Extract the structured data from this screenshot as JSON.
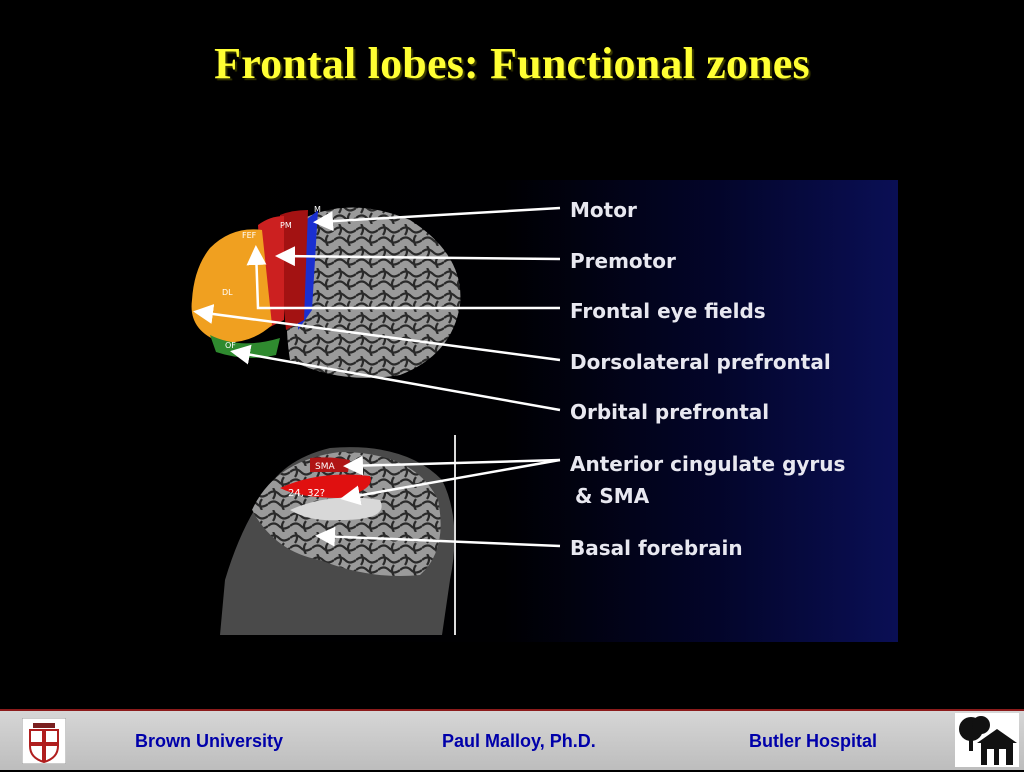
{
  "slide": {
    "title": "Frontal lobes: Functional zones"
  },
  "diagram": {
    "region_tags": {
      "motor": "M",
      "premotor": "PM",
      "frontal_eye_fields": "FEF",
      "dorsolateral": "DL",
      "orbital": "OF",
      "sma": "SMA",
      "cingulate": "24, 32?"
    },
    "labels": [
      {
        "id": "motor",
        "text": "Motor"
      },
      {
        "id": "premotor",
        "text": "Premotor"
      },
      {
        "id": "frontal-eye-fields",
        "text": "Frontal eye fields"
      },
      {
        "id": "dorsolateral-prefrontal",
        "text": "Dorsolateral prefrontal"
      },
      {
        "id": "orbital-prefrontal",
        "text": "Orbital prefrontal"
      },
      {
        "id": "anterior-cingulate",
        "text": "Anterior cingulate gyrus"
      },
      {
        "id": "sma",
        "text": "& SMA"
      },
      {
        "id": "basal-forebrain",
        "text": "Basal forebrain"
      }
    ],
    "colors": {
      "dorsolateral": "#f0a020",
      "frontal_eye_fields": "#cc2020",
      "premotor": "#aa1515",
      "motor": "#1a2fd0",
      "orbital": "#2f8a2f",
      "cingulate": "#e01010"
    }
  },
  "footer": {
    "left": "Brown University",
    "center": "Paul Malloy, Ph.D.",
    "right": "Butler Hospital",
    "left_logo_icon": "university-shield-icon",
    "right_logo_icon": "hospital-house-icon"
  }
}
